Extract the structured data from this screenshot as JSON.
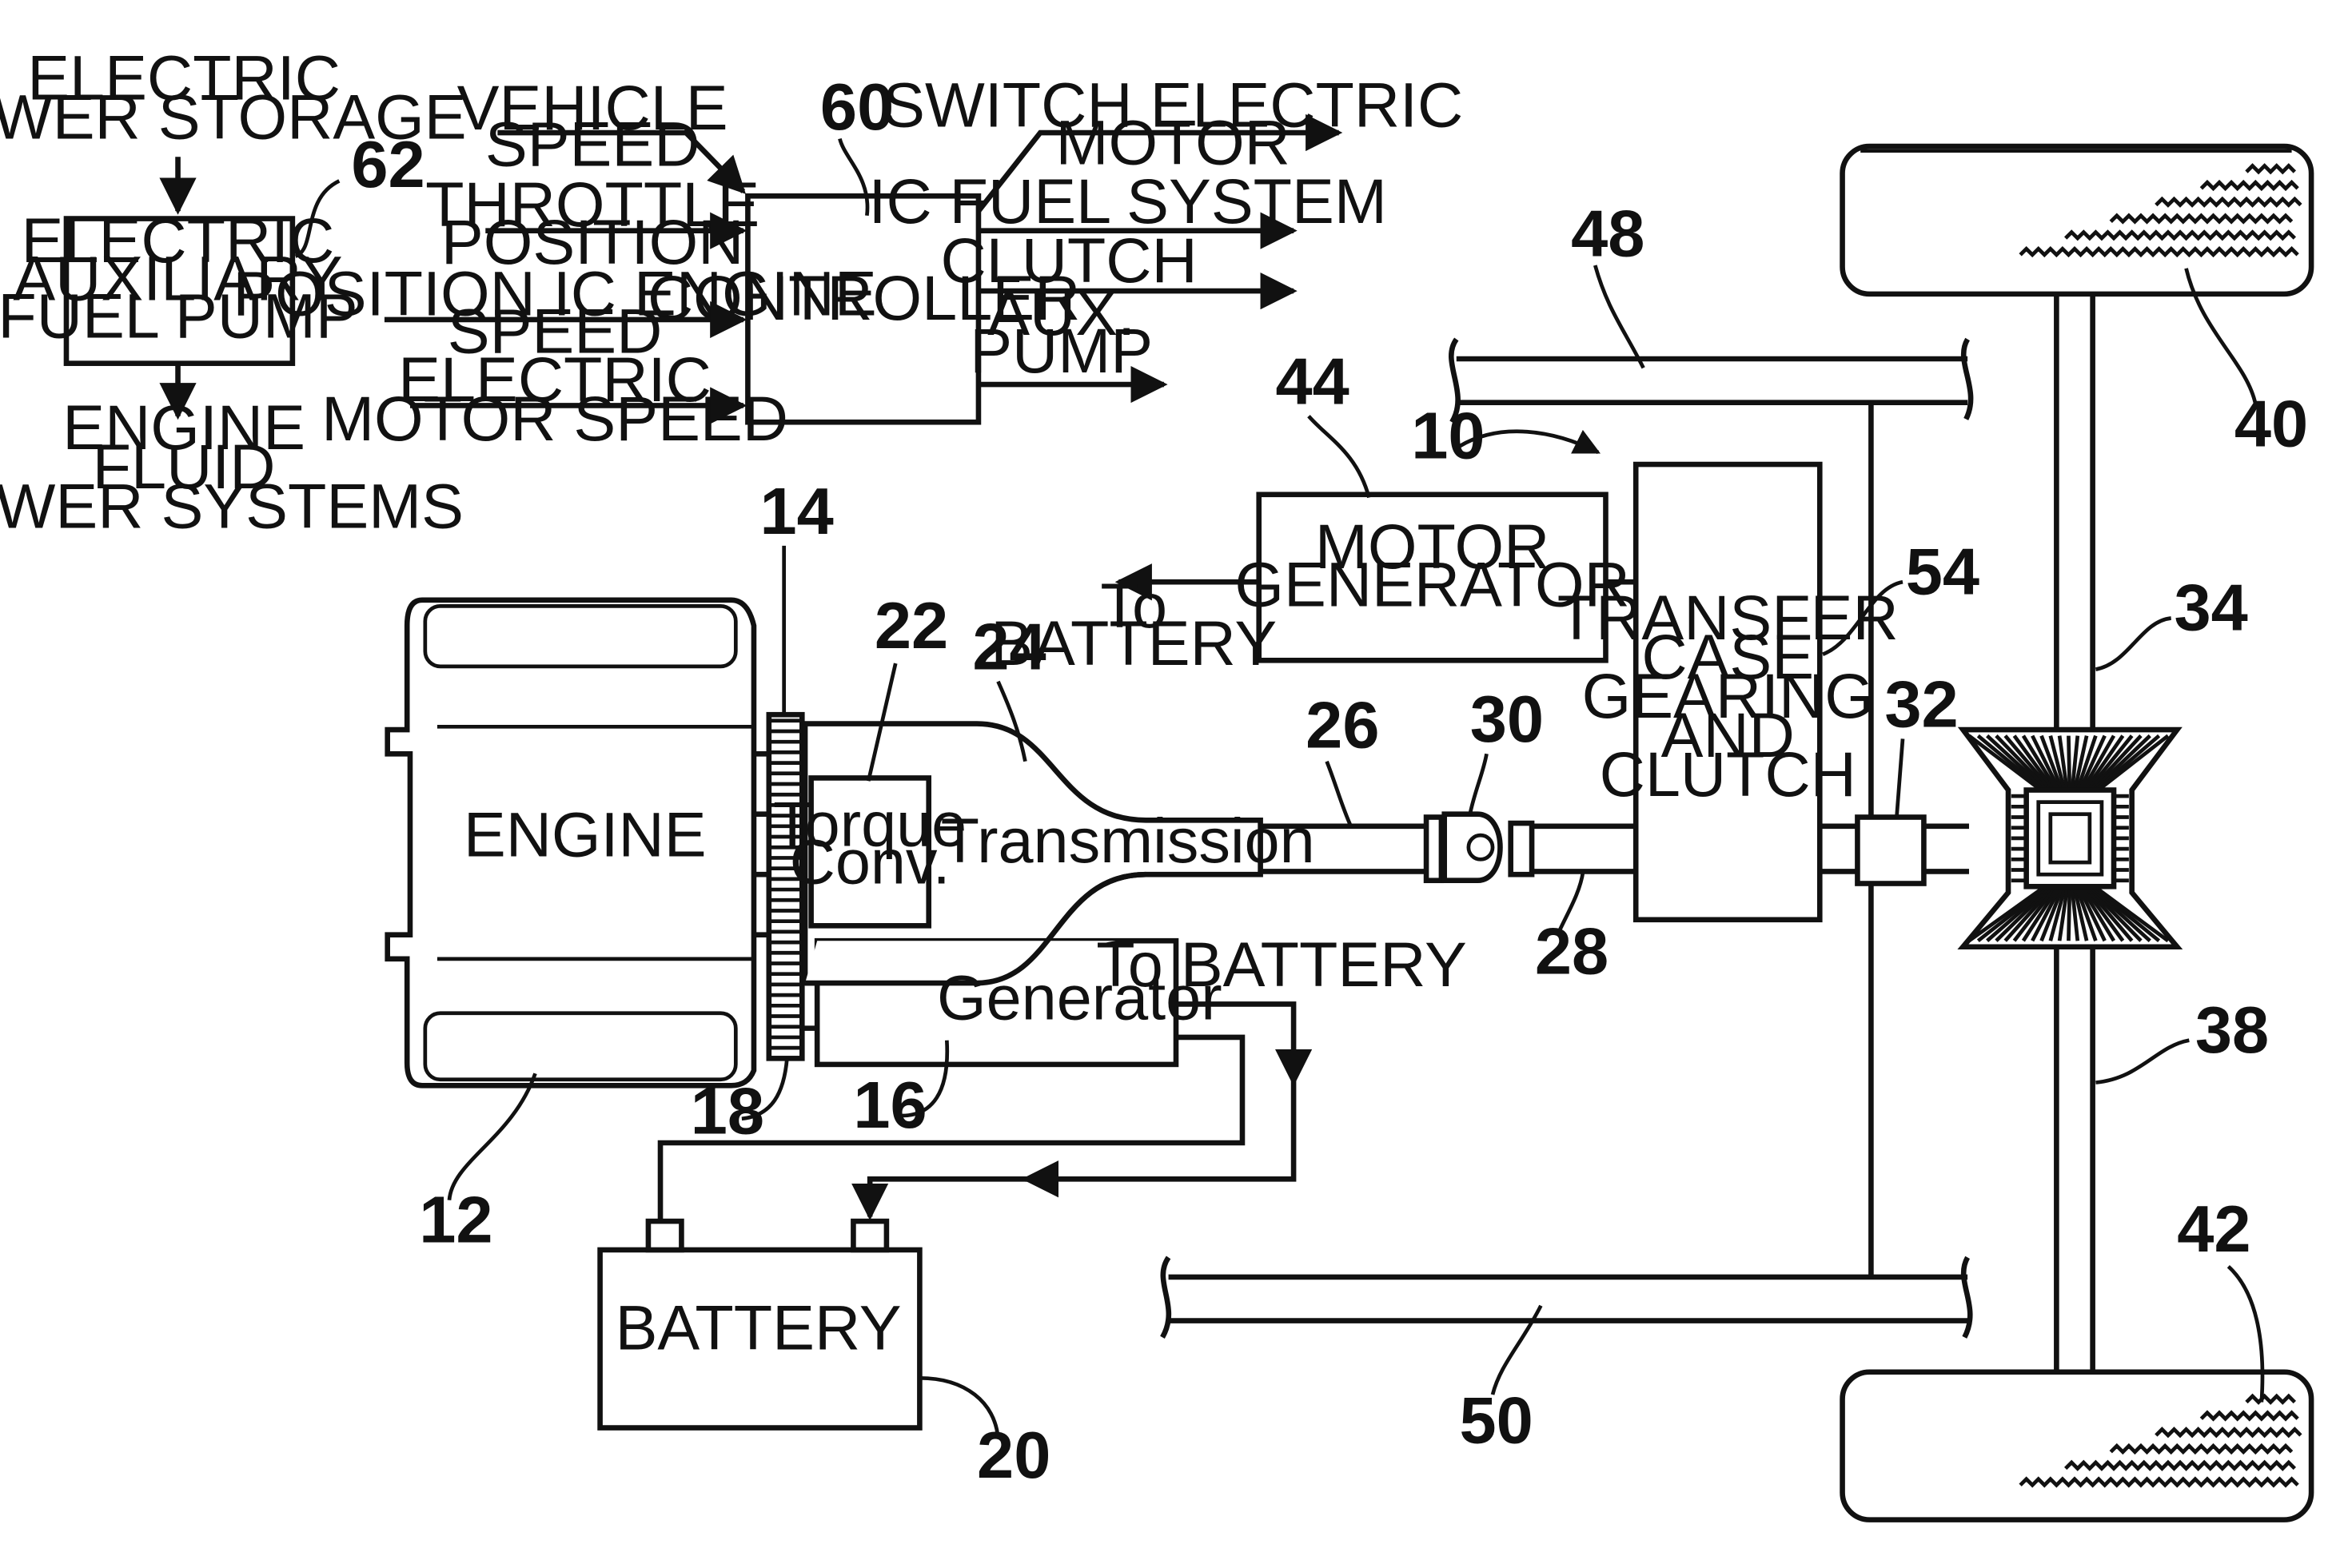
{
  "labels": {
    "electric_power_storage": [
      "ELECTRIC",
      "POWER STORAGE"
    ],
    "aux_pump_box": [
      "ELECTRIC",
      "AUXILIARY",
      "FUEL PUMP"
    ],
    "engine_fluid": [
      "ENGINE",
      "FLUID",
      "POWER SYSTEMS"
    ],
    "vehicle_speed": [
      "VEHICLE",
      "SPEED"
    ],
    "throttle_position": [
      "THROTTLE",
      "POSITION"
    ],
    "ic_engine_speed": [
      "POSITION IC ENGINE",
      "SPEED"
    ],
    "electric_motor_speed": [
      "ELECTRIC",
      "MOTOR SPEED"
    ],
    "controller": "CONTROLLER",
    "switch_electric_motor": [
      "SWITCH ELECTRIC",
      "MOTOR"
    ],
    "ic_fuel_system": "IC FUEL SYSTEM",
    "clutch": "CLUTCH",
    "aux_pump": [
      "AUX.",
      "PUMP"
    ],
    "motor_generator": [
      "MOTOR",
      "GENERATOR"
    ],
    "to_battery_mg": [
      "To",
      "BATTERY"
    ],
    "transfer_case": [
      "TRANSFER",
      "CASE",
      "GEARING",
      "AND",
      "CLUTCH"
    ],
    "engine": "ENGINE",
    "torque_conv": [
      "Torque",
      "Conv."
    ],
    "transmission": "Transmission",
    "generator": "Generator",
    "to_battery_gen": "To BATTERY",
    "battery": "BATTERY"
  },
  "refs": {
    "r62": "62",
    "r60": "60",
    "r48": "48",
    "r44": "44",
    "r10": "10",
    "r40": "40",
    "r14": "14",
    "r22": "22",
    "r24": "24",
    "r54": "54",
    "r34": "34",
    "r26": "26",
    "r30": "30",
    "r32": "32",
    "r28": "28",
    "r38": "38",
    "r12": "12",
    "r18": "18",
    "r16": "16",
    "r42": "42",
    "r50": "50",
    "r20": "20"
  }
}
